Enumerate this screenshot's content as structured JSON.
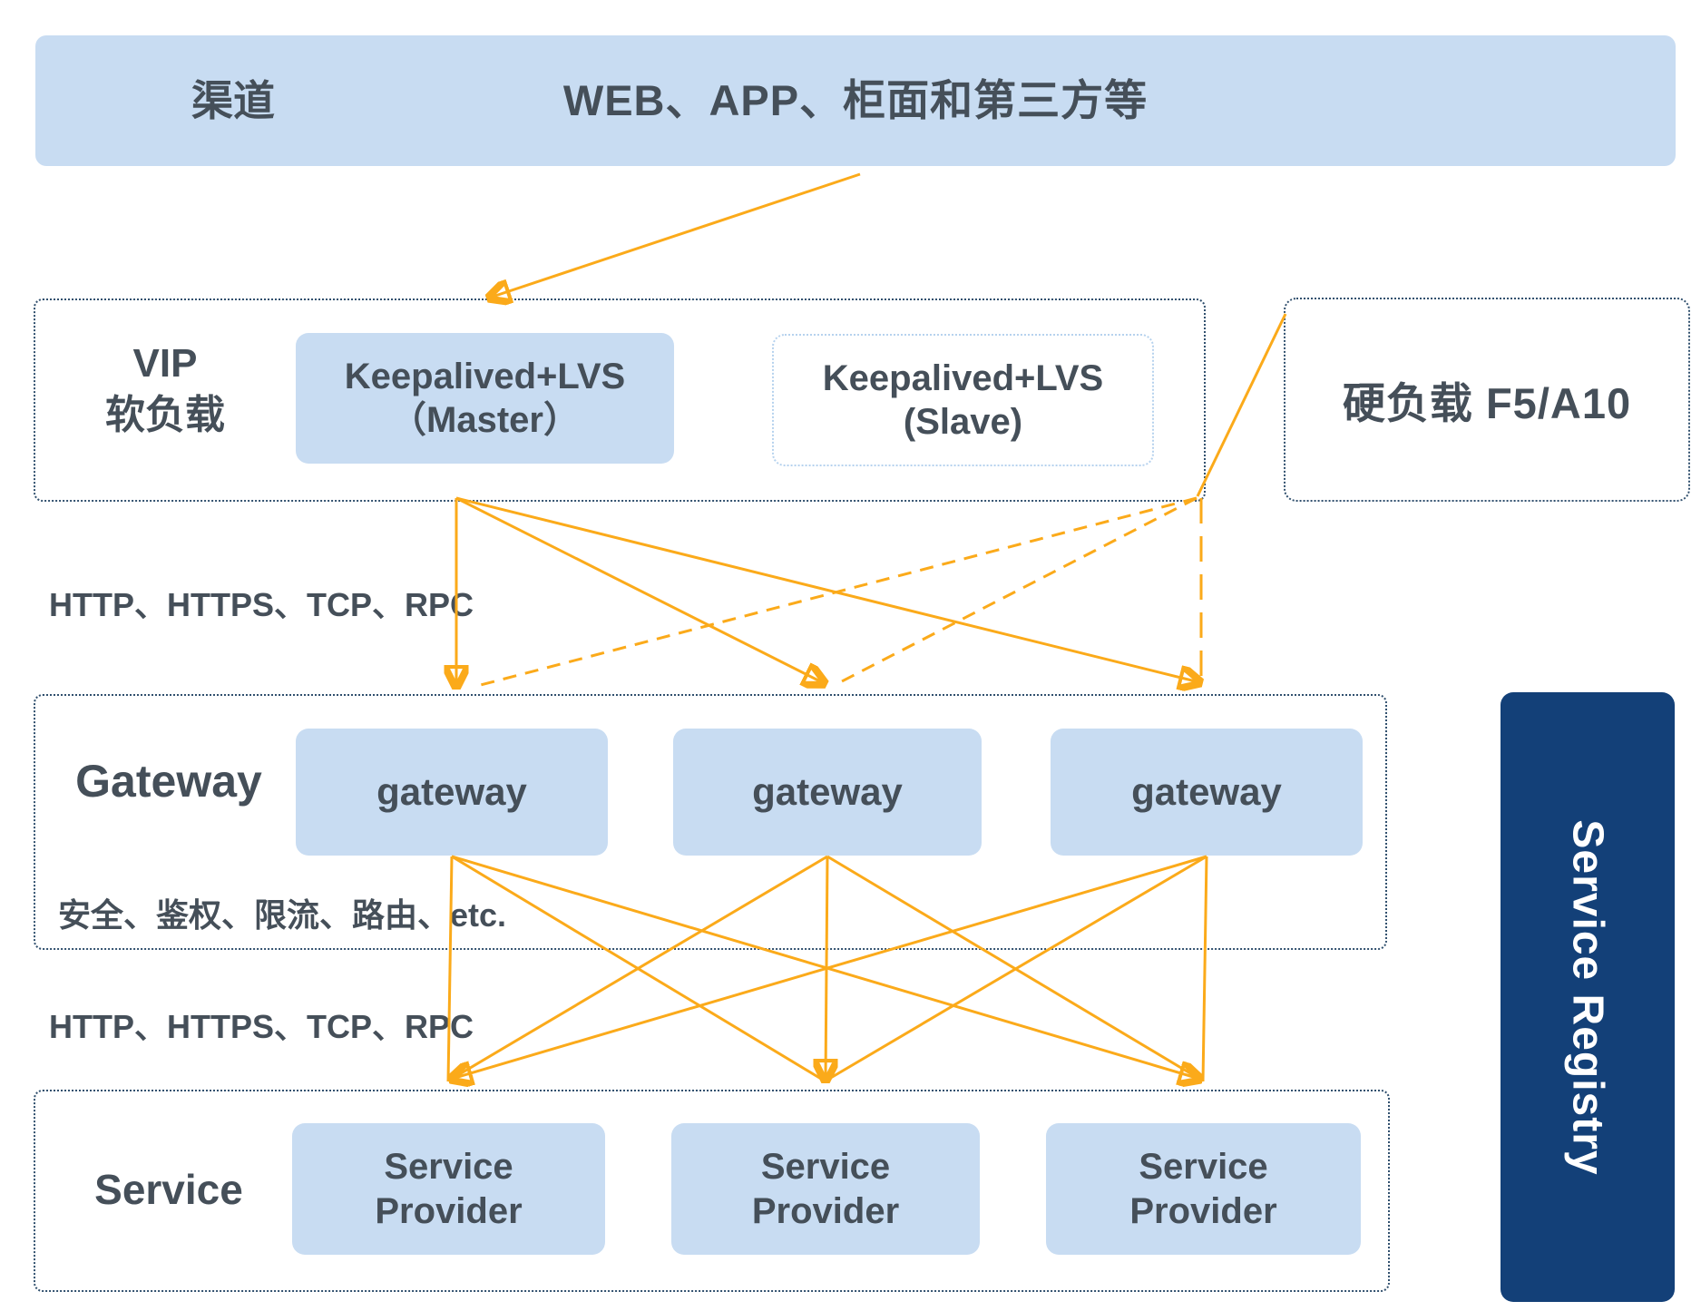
{
  "colors": {
    "light_blue_fill": "#c8dcf2",
    "navy_fill": "#134078",
    "arrow_orange": "#fbaa1a",
    "band_border": "#31506e",
    "slave_border": "#b6d2ee",
    "text_dark": "#454f59",
    "registry_text": "#ffffff"
  },
  "top_bar": {
    "label": "渠道",
    "content": "WEB、APP、柜面和第三方等"
  },
  "vip_layer": {
    "title_line1": "VIP",
    "title_line2": "软负载",
    "master": {
      "line1": "Keepalived+LVS",
      "line2": "（Master）"
    },
    "slave": {
      "line1": "Keepalived+LVS",
      "line2": "(Slave)"
    }
  },
  "hard_load": {
    "label": "硬负载 F5/A10"
  },
  "labels": {
    "protocols_top": "HTTP、HTTPS、TCP、RPC",
    "gateway_features": "安全、鉴权、限流、路由、etc.",
    "protocols_bottom": "HTTP、HTTPS、TCP、RPC"
  },
  "gateway_layer": {
    "title": "Gateway",
    "boxes": [
      {
        "label": "gateway"
      },
      {
        "label": "gateway"
      },
      {
        "label": "gateway"
      }
    ]
  },
  "service_layer": {
    "title": "Service",
    "boxes": [
      {
        "line1": "Service",
        "line2": "Provider"
      },
      {
        "line1": "Service",
        "line2": "Provider"
      },
      {
        "line1": "Service",
        "line2": "Provider"
      }
    ]
  },
  "service_registry": {
    "label": "Service Registry"
  }
}
